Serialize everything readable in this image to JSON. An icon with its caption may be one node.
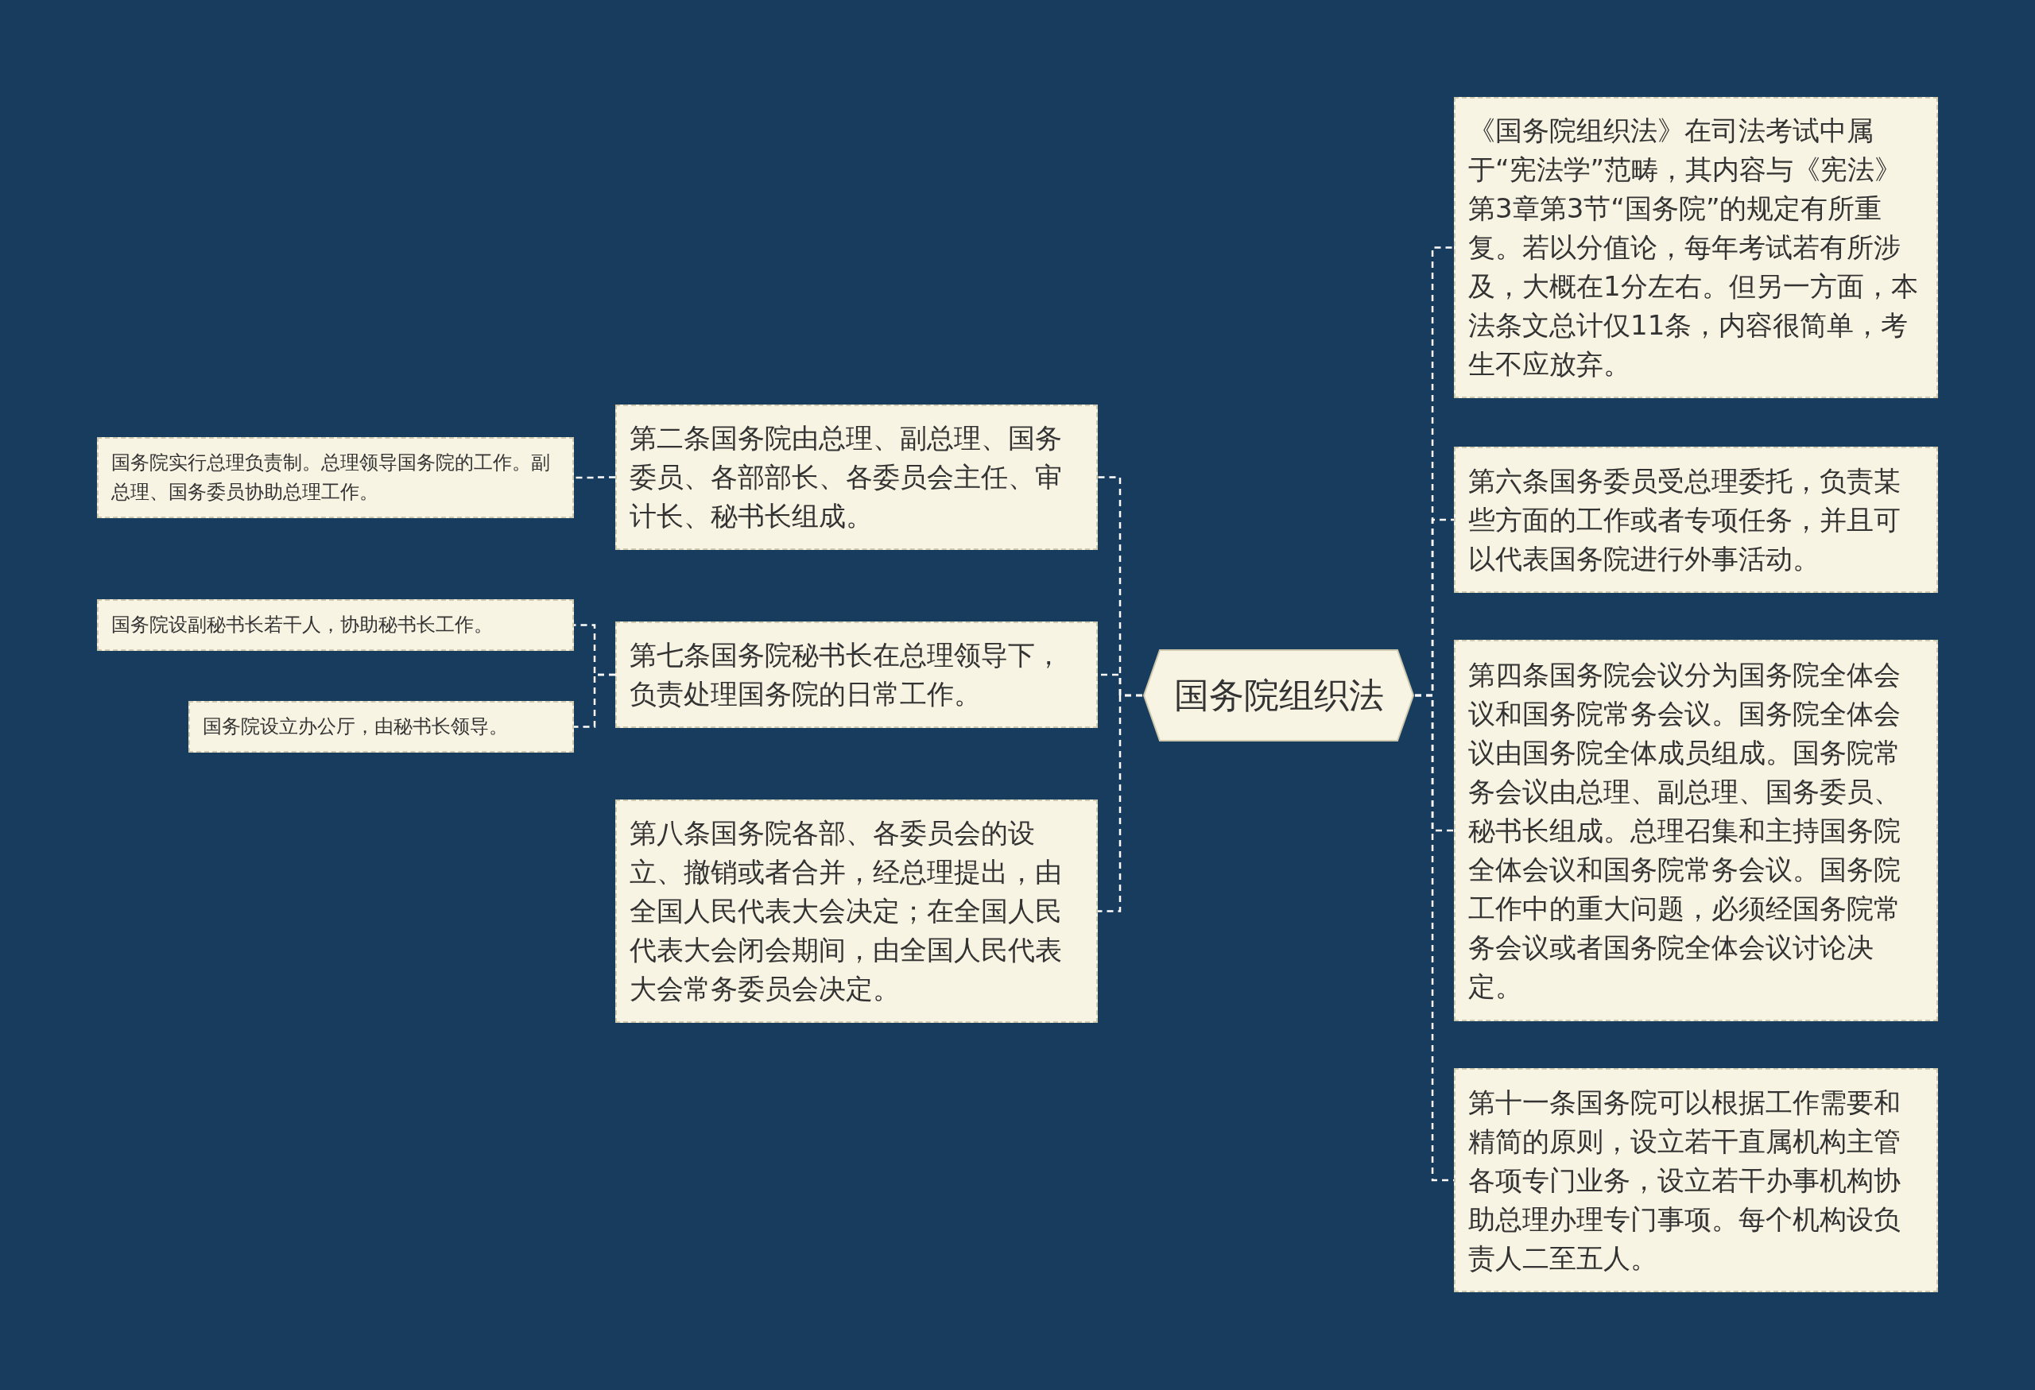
{
  "diagram": {
    "nodes": [
      {
        "text": [
          "国务院组织法"
        ]
      },
      {
        "text": [
          "第二条国务院由总理、副总理、国务委员、各部部长、各委员会主任、审计长、秘书长组成。"
        ]
      },
      {
        "text": [
          "第七条国务院秘书长在总理领导下，负责处理国务院的日常工作。"
        ]
      },
      {
        "text": [
          "第八条国务院各部、各委员会的设立、撤销或者合并，经总理提出，由全国人民代表大会决定；在全国人民代表大会闭会期间，由全国人民代表大会常务委员会决定。"
        ]
      },
      {
        "text": [
          "国务院实行总理负责制。总理领导国务院的工作。副总理、国务委员协助总理工作。"
        ]
      },
      {
        "text": [
          "国务院设副秘书长若干人，协助秘书长工作。"
        ]
      },
      {
        "text": [
          "国务院设立办公厅，由秘书长领导。"
        ]
      },
      {
        "text": [
          "《国务院组织法》在司法考试中属于“宪法学”范畴，其内容与《宪法》第3章第3节“国务院”的规定有所重复。若以分值论，每年考试若有所涉及，大概在1分左右。但另一方面，本法条文总计仅11条，内容很简单，考生不应放弃。"
        ]
      },
      {
        "text": [
          "第六条国务委员受总理委托，负责某些方面的工作或者专项任务，并且可以代表国务院进行外事活动。"
        ]
      },
      {
        "text": [
          "第四条国务院会议分为国务院全体会议和国务院常务会议。国务院全体会议由国务院全体成员组成。国务院常务会议由总理、副总理、国务委员、秘书长组成。总理召集和主持国务院全体会议和国务院常务会议。国务院工作中的重大问题，必须经国务院常务会议或者国务院全体会议讨论决定。"
        ]
      },
      {
        "text": [
          "第十一条国务院可以根据工作需要和精简的原则，设立若干直属机构主管各项专门业务，设立若干办事机构协助总理办理专门事项。每个机构设负责人二至五人。"
        ]
      }
    ],
    "edges": [
      {
        "from": 0,
        "to": 1,
        "arrow": "none",
        "style": "dashed"
      },
      {
        "from": 0,
        "to": 2,
        "arrow": "none",
        "style": "dashed"
      },
      {
        "from": 0,
        "to": 3,
        "arrow": "none",
        "style": "dashed"
      },
      {
        "from": 1,
        "to": 4,
        "arrow": "none",
        "style": "dashed"
      },
      {
        "from": 2,
        "to": 5,
        "arrow": "none",
        "style": "dashed"
      },
      {
        "from": 2,
        "to": 6,
        "arrow": "none",
        "style": "dashed"
      },
      {
        "from": 0,
        "to": 7,
        "arrow": "none",
        "style": "dashed"
      },
      {
        "from": 0,
        "to": 8,
        "arrow": "none",
        "style": "dashed"
      },
      {
        "from": 0,
        "to": 9,
        "arrow": "none",
        "style": "dashed"
      },
      {
        "from": 0,
        "to": 10,
        "arrow": "none",
        "style": "dashed"
      }
    ]
  }
}
